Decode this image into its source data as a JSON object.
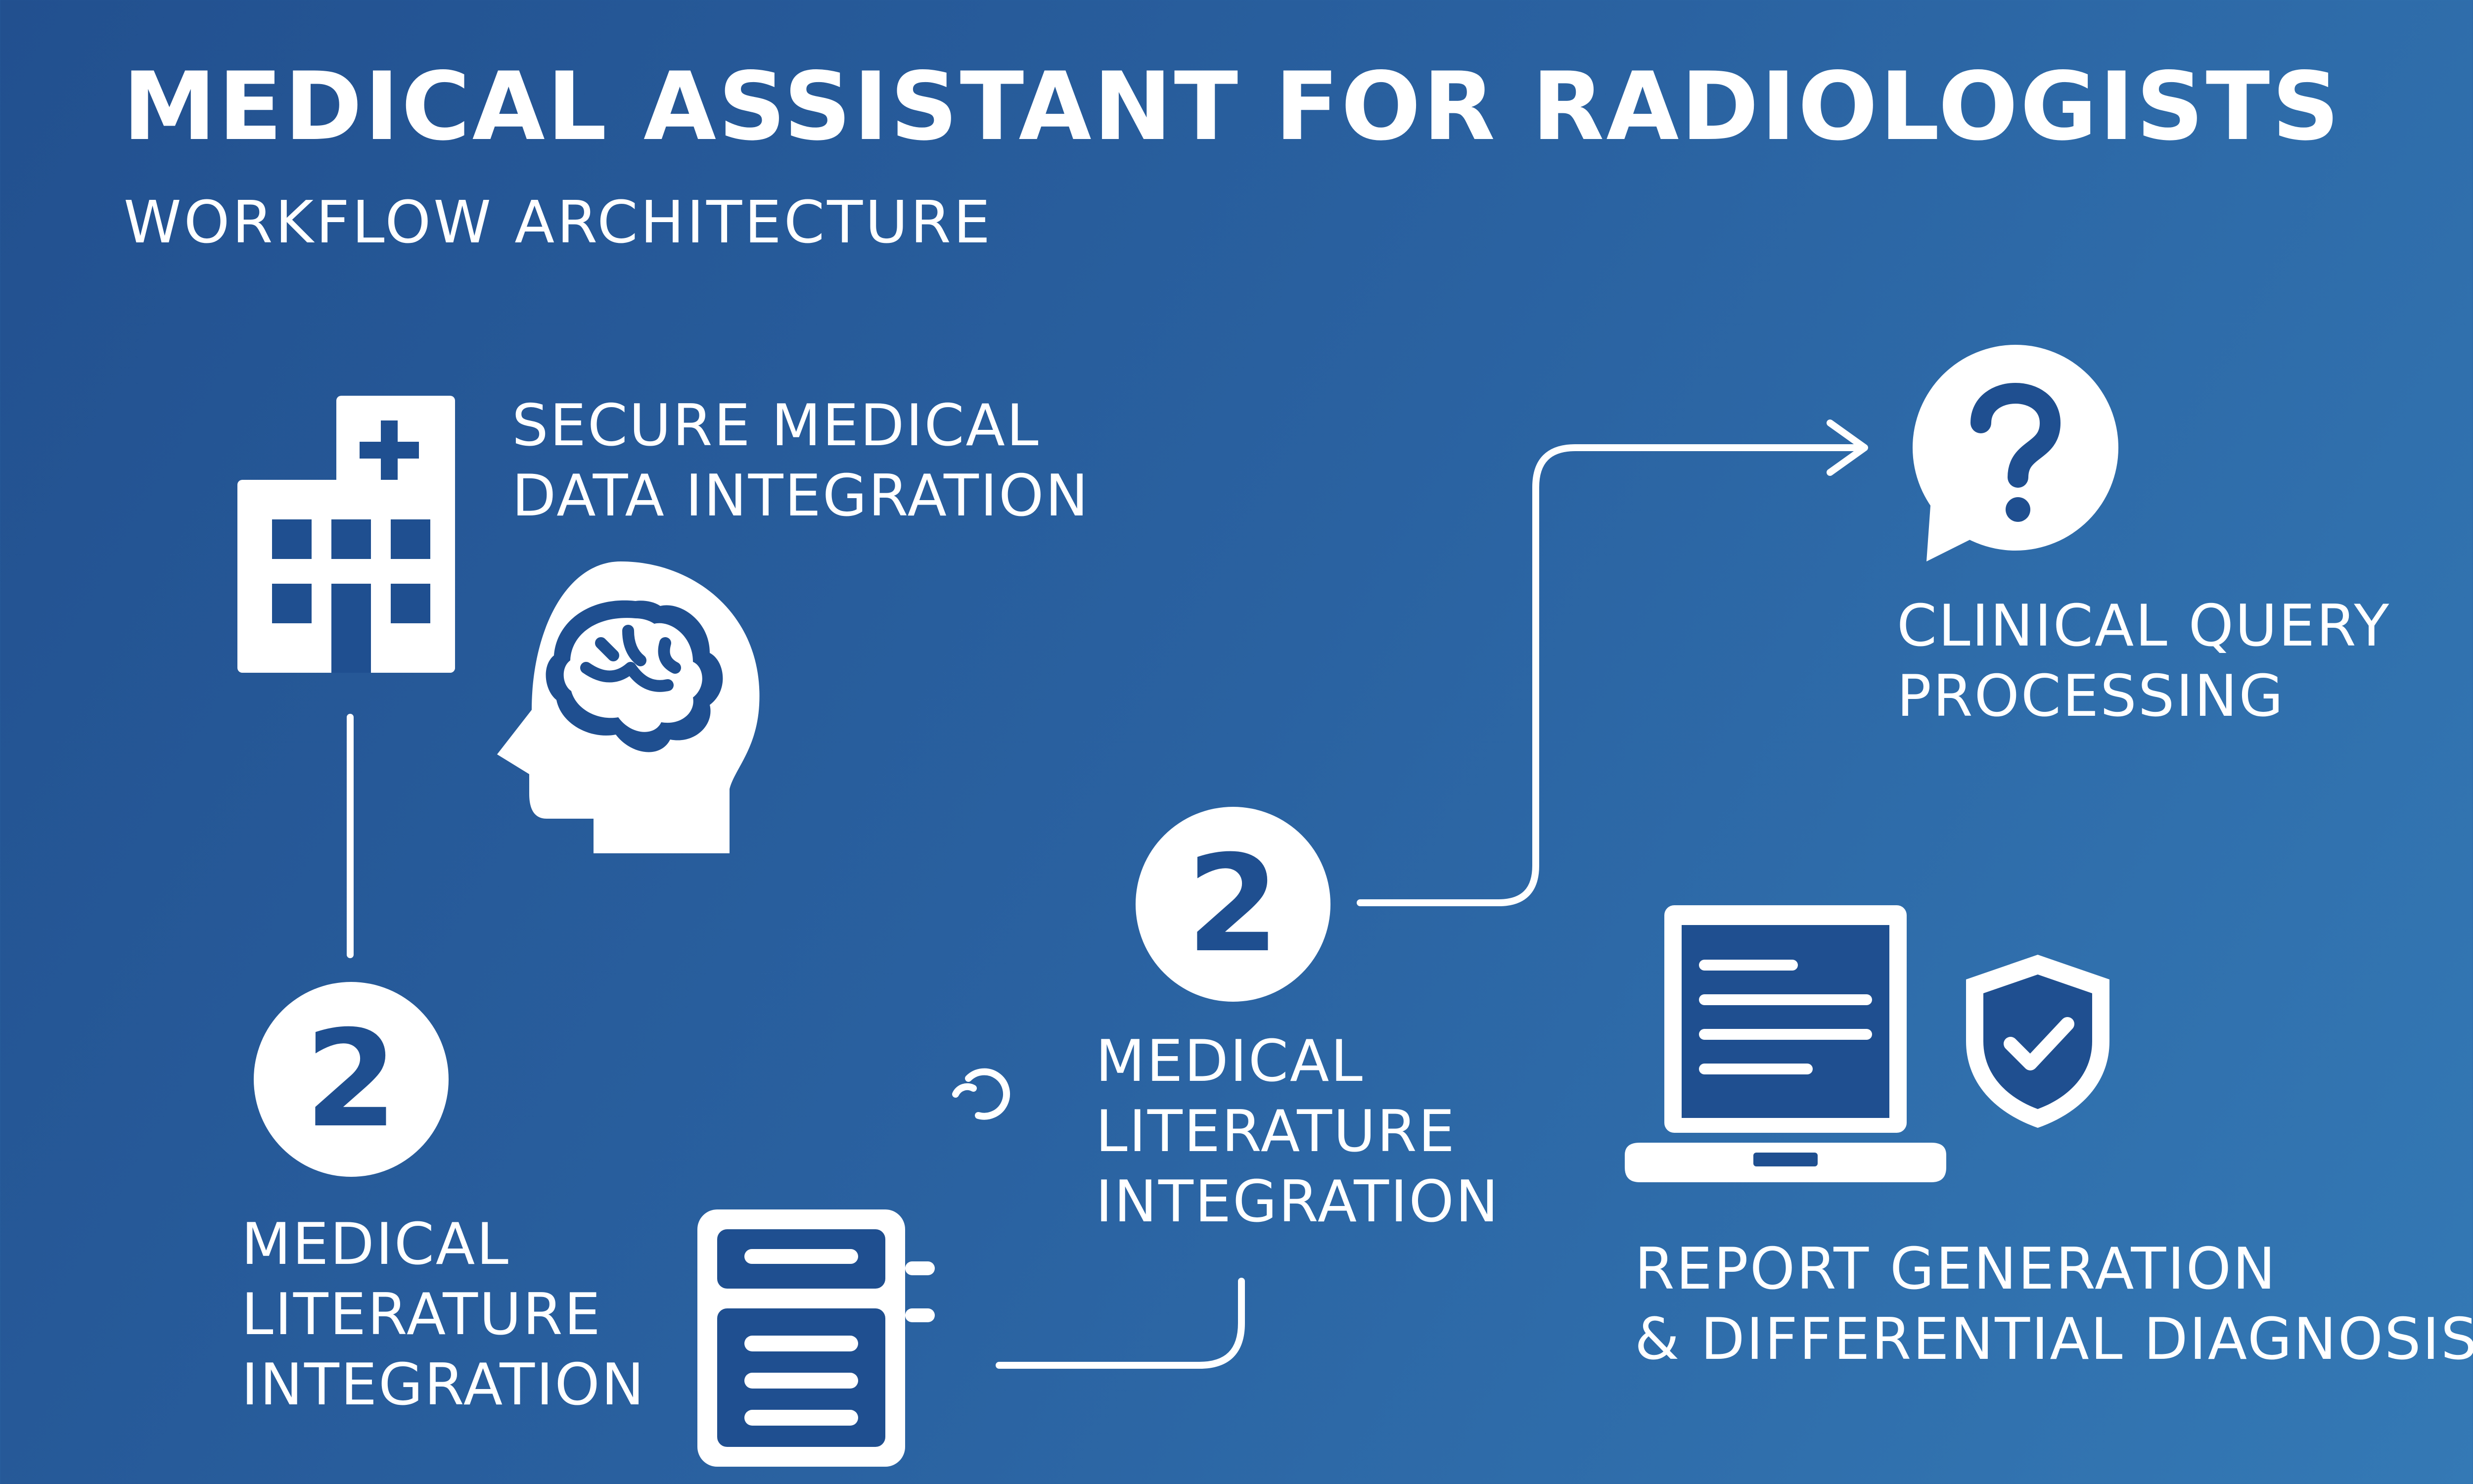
{
  "header": {
    "title": "MEDICAL ASSISTANT FOR RADIOLOGISTS",
    "subtitle": "WORKFLOW ARCHITECTURE"
  },
  "nodes": {
    "secure_data": {
      "lines": [
        "SECURE MEDICAL",
        "DATA INTEGRATION"
      ],
      "icons": [
        "hospital-icon",
        "brain-head-icon"
      ]
    },
    "literature_left": {
      "badge": "2",
      "lines": [
        "MEDICAL",
        "LITERATURE",
        "INTEGRATION"
      ],
      "icon": "books-icon"
    },
    "literature_center": {
      "badge": "2",
      "lines": [
        "MEDICAL",
        "LITERATURE",
        "INTEGRATION"
      ]
    },
    "clinical_query": {
      "lines": [
        "CLINICAL QUERY",
        "PROCESSING"
      ],
      "icon": "question-bubble-icon"
    },
    "report": {
      "lines": [
        "REPORT GENERATION",
        "& DIFFERENTIAL DIAGNOSIS"
      ],
      "icons": [
        "laptop-icon",
        "shield-check-icon"
      ]
    }
  },
  "colors": {
    "background_start": "#22508f",
    "background_end": "#3479b5",
    "foreground": "#ffffff",
    "icon_fill": "#1f4f90"
  }
}
